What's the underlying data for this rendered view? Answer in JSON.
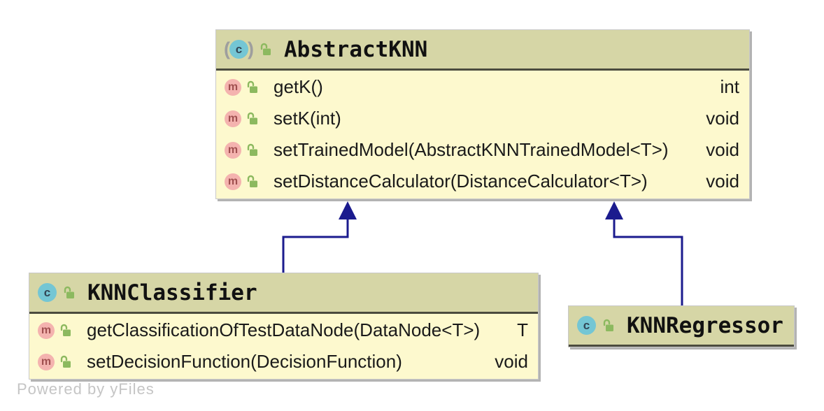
{
  "colors": {
    "page-bg": "#ffffff",
    "header-bg": "#d6d6a6",
    "body-bg": "#fdf9ce",
    "separator": "#4b4b3e",
    "box-border": "#c9c9c9",
    "box-shadow": "#b3b3b3",
    "arrow": "#1b1b8e",
    "class-icon-fill": "#74c6d4",
    "class-icon-letter": "#324655",
    "abstract-paren": "#9e9e9e",
    "method-icon-fill": "#f4b3af",
    "method-icon-letter": "#a05050",
    "lock-green": "#8cb95f",
    "text": "#1a1a1a",
    "watermark": "#c5c5c5"
  },
  "icons": {
    "class_letter": "c",
    "method_letter": "m",
    "paren_open": "(",
    "paren_close": ")"
  },
  "classes": {
    "abstract_knn": {
      "title": "AbstractKNN",
      "kind": "abstract class",
      "methods": [
        {
          "label": "getK()",
          "type": "int"
        },
        {
          "label": "setK(int)",
          "type": "void"
        },
        {
          "label": "setTrainedModel(AbstractKNNTrainedModel<T>)",
          "type": "void"
        },
        {
          "label": "setDistanceCalculator(DistanceCalculator<T>)",
          "type": "void"
        }
      ]
    },
    "knn_classifier": {
      "title": "KNNClassifier",
      "kind": "class",
      "methods": [
        {
          "label": "getClassificationOfTestDataNode(DataNode<T>)",
          "type": "T"
        },
        {
          "label": "setDecisionFunction(DecisionFunction)",
          "type": "void"
        }
      ]
    },
    "knn_regressor": {
      "title": "KNNRegressor",
      "kind": "class",
      "methods": []
    }
  },
  "watermark": "Powered by yFiles"
}
